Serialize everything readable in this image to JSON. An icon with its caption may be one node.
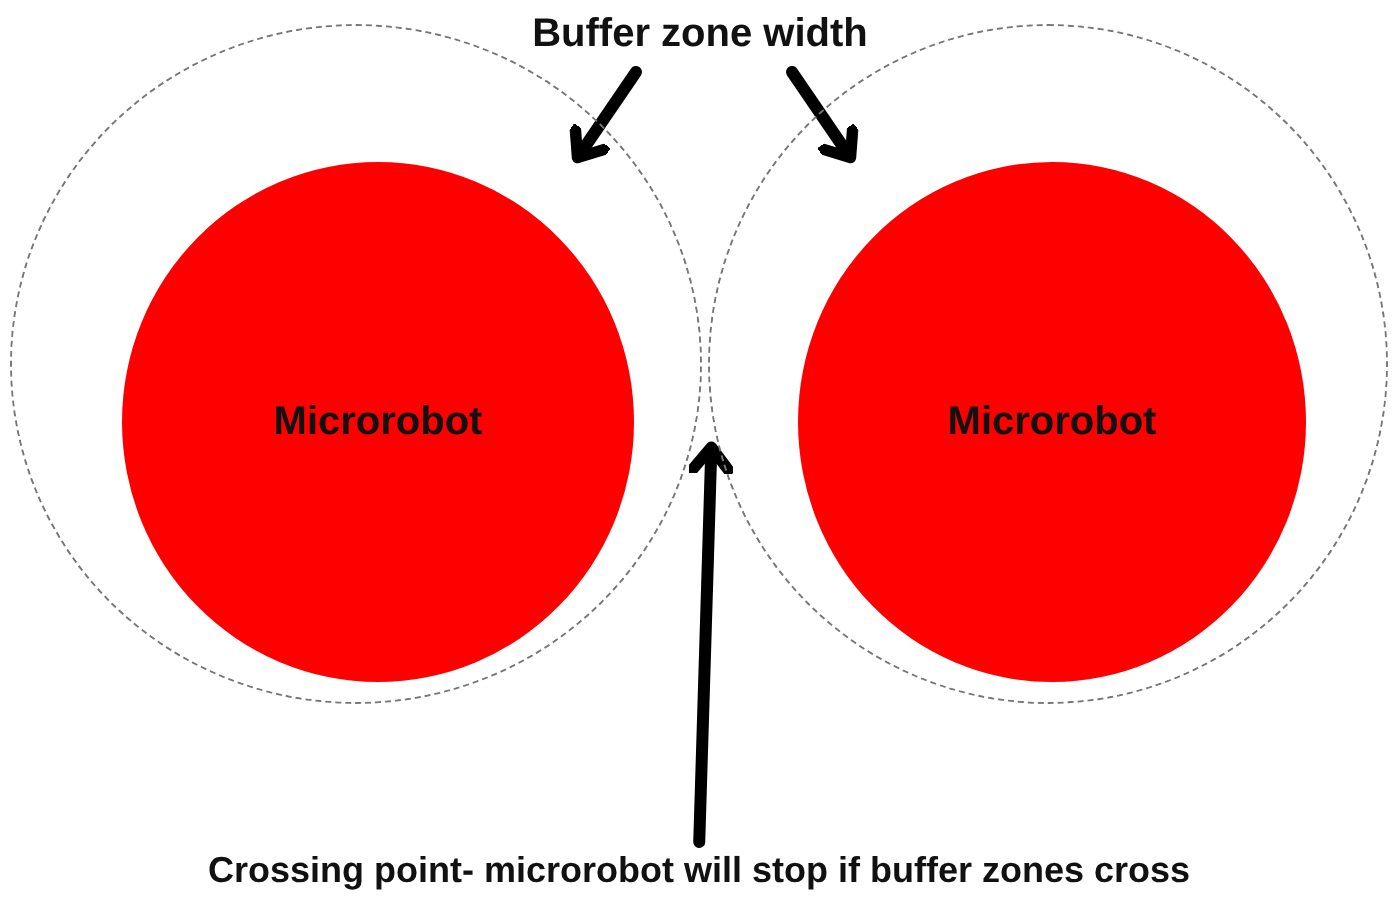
{
  "diagram": {
    "nodes": [
      {
        "text": [],
        "shape": "circle"
      },
      {
        "text": [
          "Microrobot"
        ],
        "in": 0
      },
      {
        "text": [],
        "shape": "circle"
      },
      {
        "text": [
          "Microrobot"
        ],
        "in": 2
      },
      {
        "text": [
          "Buffer zone width"
        ]
      },
      {
        "text": [
          "Crossing point- microrobot will stop if buffer zones cross"
        ]
      }
    ],
    "edges": [
      {
        "from": 4,
        "to": 1,
        "arrow": "to"
      },
      {
        "from": 4,
        "to": 3,
        "arrow": "to"
      },
      {
        "from": 5,
        "to": 2,
        "arrow": "to"
      }
    ]
  }
}
